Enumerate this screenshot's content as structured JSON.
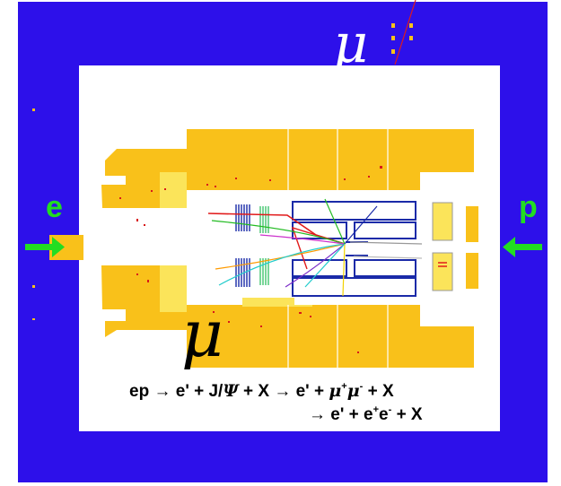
{
  "labels": {
    "electron_beam": "e",
    "proton_beam": "p",
    "muon_top": "μ",
    "muon_bottom": "μ"
  },
  "reaction": {
    "line1": {
      "initial": "ep",
      "arrow": "→",
      "step1": "e' + J/",
      "psi": "Ψ",
      "step1_tail": "+ X",
      "arrow2": "→",
      "step2_a": "e' +",
      "mu1": "μ",
      "mu1_charge": "+",
      "mu2": "μ",
      "mu2_charge": "-",
      "step2_tail": "+ X"
    },
    "line2": {
      "arrow": "→",
      "text_a": "e' + e",
      "e1_charge": "+",
      "e2": "e",
      "e2_charge": "-",
      "tail": "+ X"
    }
  },
  "colors": {
    "outer_frame": "#2d10ea",
    "calorimeter": "#f9c11a",
    "beam_arrow": "#22dd22",
    "tracker_box": "#1a2aa8",
    "track_red": "#e11b1b",
    "text": "#000000"
  }
}
